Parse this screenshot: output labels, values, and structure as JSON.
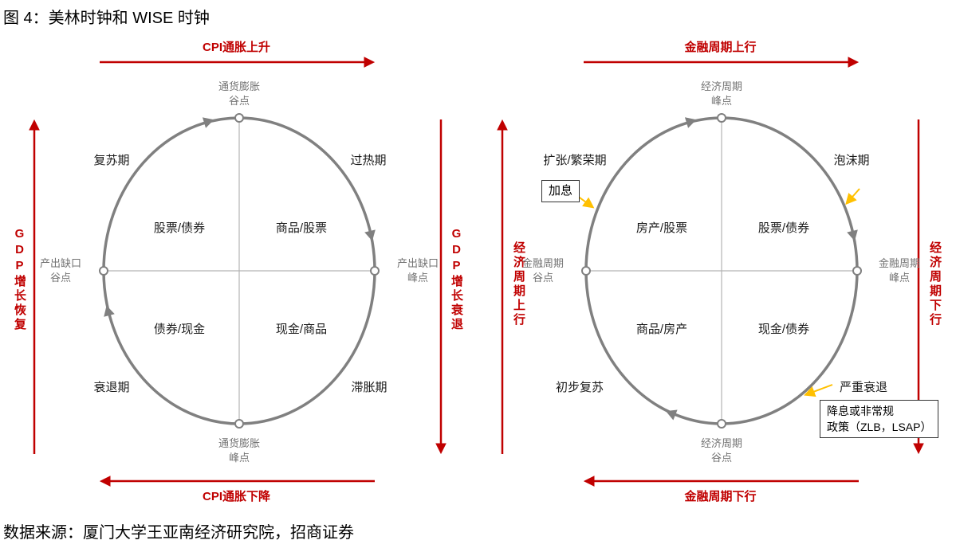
{
  "title": "图 4：美林时钟和 WISE 时钟",
  "source": "数据来源：厦门大学王亚南经济研究院，招商证券",
  "colors": {
    "accent_red": "#C00000",
    "circle_gray": "#808080",
    "annotation_yellow": "#FFC000"
  },
  "merrill_clock": {
    "axis_top": "CPI通胀上升",
    "axis_bottom": "CPI通胀下降",
    "axis_left": "GDP增长恢复",
    "axis_right": "GDP增长衰退",
    "node_top": [
      "通货膨胀",
      "谷点"
    ],
    "node_bottom": [
      "通货膨胀",
      "峰点"
    ],
    "node_left": [
      "产出缺口",
      "谷点"
    ],
    "node_right": [
      "产出缺口",
      "峰点"
    ],
    "phase_top_left": "复苏期",
    "phase_top_right": "过热期",
    "phase_bottom_left": "衰退期",
    "phase_bottom_right": "滞胀期",
    "asset_top_left": "股票/债券",
    "asset_top_right": "商品/股票",
    "asset_bottom_left": "债券/现金",
    "asset_bottom_right": "现金/商品"
  },
  "wise_clock": {
    "axis_top": "金融周期上行",
    "axis_bottom": "金融周期下行",
    "axis_left": "经济周期上行",
    "axis_right": "经济周期下行",
    "node_top": [
      "经济周期",
      "峰点"
    ],
    "node_bottom": [
      "经济周期",
      "谷点"
    ],
    "node_left": [
      "金融周期",
      "谷点"
    ],
    "node_right": [
      "金融周期",
      "峰点"
    ],
    "phase_top_left": "扩张/繁荣期",
    "phase_top_right": "泡沫期",
    "phase_bottom_left": "初步复苏",
    "phase_bottom_right": "严重衰退",
    "asset_top_left": "房产/股票",
    "asset_top_right": "股票/债券",
    "asset_bottom_left": "商品/房产",
    "asset_bottom_right": "现金/债券",
    "annotation_rate_hike": "加息",
    "annotation_easing": [
      "降息或非常规",
      "政策（ZLB，LSAP）"
    ]
  }
}
